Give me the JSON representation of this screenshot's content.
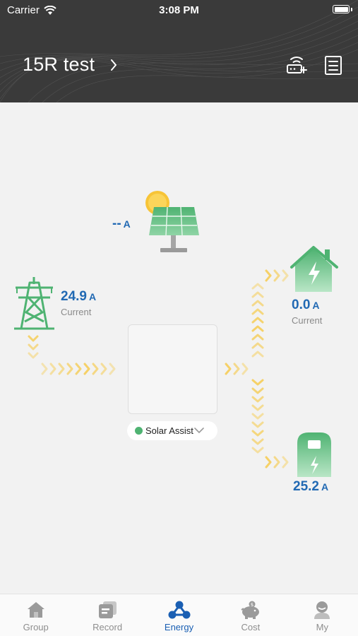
{
  "status_bar": {
    "carrier": "Carrier",
    "time": "3:08 PM"
  },
  "header": {
    "title": "15R test"
  },
  "energy": {
    "solar": {
      "value": "--",
      "unit": "A"
    },
    "grid": {
      "value": "24.9",
      "unit": "A",
      "caption": "Current"
    },
    "home": {
      "value": "0.0",
      "unit": "A",
      "caption": "Current"
    },
    "ev": {
      "value": "25.2",
      "unit": "A"
    },
    "device_selector": {
      "label": "Solar Assist"
    }
  },
  "colors": {
    "accent": "#1a5fb3",
    "value_blue": "#2169b3",
    "green": "#4fb372",
    "flow_yellow": "#f5cf5f"
  },
  "tabs": [
    {
      "label": "Group",
      "icon": "home-icon"
    },
    {
      "label": "Record",
      "icon": "record-icon"
    },
    {
      "label": "Energy",
      "icon": "energy-icon",
      "active": true
    },
    {
      "label": "Cost",
      "icon": "piggy-bank-icon"
    },
    {
      "label": "My",
      "icon": "user-icon"
    }
  ]
}
